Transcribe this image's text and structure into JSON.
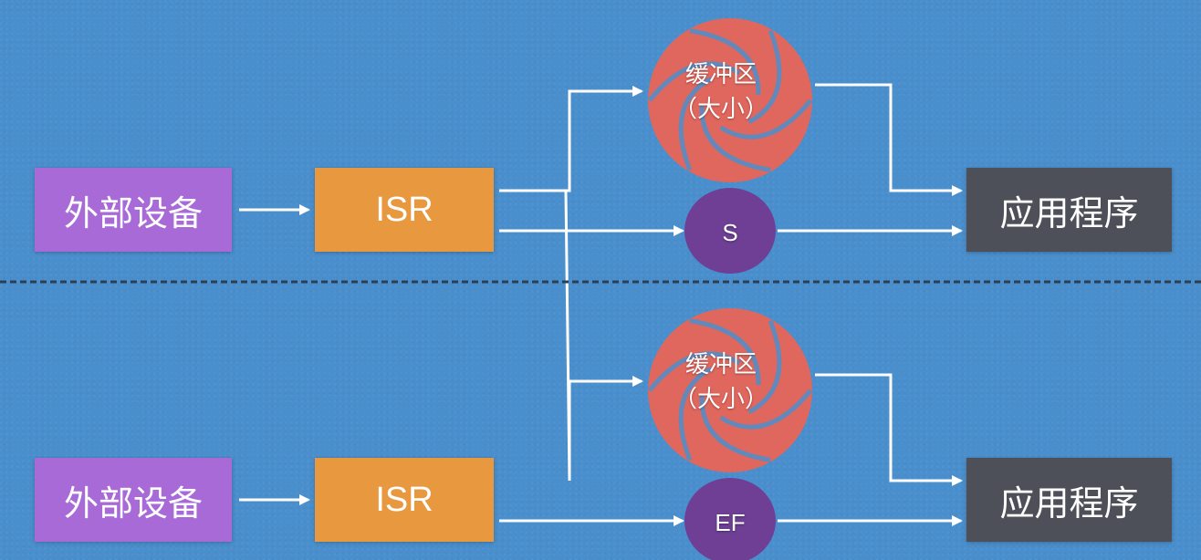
{
  "colors": {
    "background": "#4a8fcd",
    "device": "#a86ad6",
    "isr": "#e8983f",
    "buffer": "#e0675d",
    "signal": "#6e3f94",
    "app": "#4d5058",
    "arrow": "#ffffff",
    "divider": "#2c3e50"
  },
  "top": {
    "device_label": "外部设备",
    "isr_label": "ISR",
    "buffer_line1": "缓冲区",
    "buffer_line2": "（大小）",
    "signal_label": "S",
    "app_label": "应用程序"
  },
  "bottom": {
    "device_label": "外部设备",
    "isr_label": "ISR",
    "buffer_line1": "缓冲区",
    "buffer_line2": "（大小）",
    "signal_label": "EF",
    "app_label": "应用程序"
  }
}
